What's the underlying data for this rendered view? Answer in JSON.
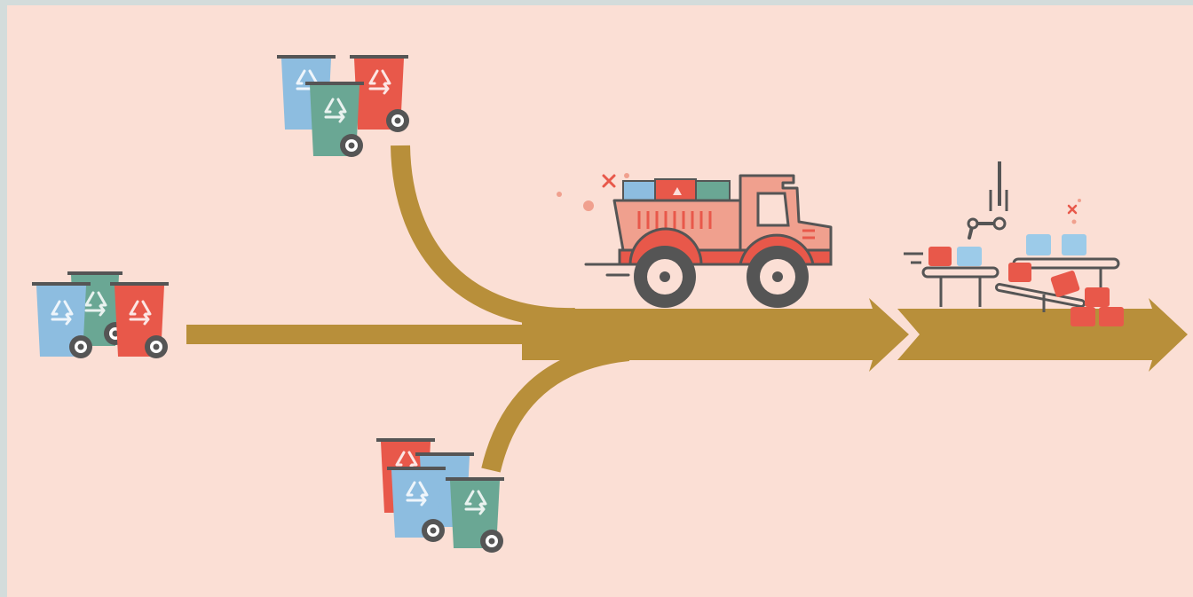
{
  "diagram": {
    "flow_color": "#b88f3a",
    "bin_colors": {
      "blue": "#8dbde0",
      "teal": "#6aa794",
      "red": "#e8584a"
    },
    "truck_color": "#f0a08e",
    "box_colors": {
      "blue": "#9ccbe9",
      "red": "#e8584a"
    },
    "outline_color": "#555555",
    "stages": [
      {
        "name": "collection-bins",
        "icon": "recycle-bin-icon",
        "count": 3
      },
      {
        "name": "transport",
        "icon": "dump-truck-icon"
      },
      {
        "name": "processing",
        "icon": "factory-line-icon"
      }
    ]
  }
}
